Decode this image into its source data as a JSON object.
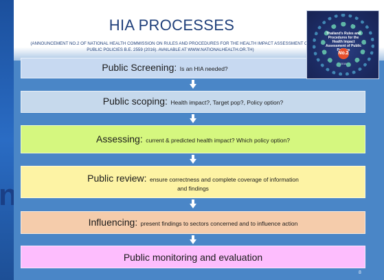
{
  "side_text": "n",
  "header": {
    "title": "HIA PROCESSES",
    "subtitle": "(ANNOUNCEMENT NO.2 OF NATIONAL HEALTH COMMISSION ON RULES AND PROCEDURES FOR THE HEALTH IMPACT ASSESSMENT OF PUBLIC POLICIES B.E. 2559 (2016). AVAILABLE AT WWW.NATIONALHEALTH.OR.TH)"
  },
  "steps": [
    {
      "name": "Public Screening:",
      "detail": "Is an HIA needed?"
    },
    {
      "name": "Public scoping:",
      "detail": "Health impact?, Target pop?, Policy option?"
    },
    {
      "name": "Assessing:",
      "detail": "current & predicted health impact? Which policy option?"
    },
    {
      "name": "Public review:",
      "detail": "ensure correctness and complete coverage of information",
      "detail_line2": "and findings"
    },
    {
      "name": "Influencing:",
      "detail": "present findings to sectors concerned and to influence action"
    },
    {
      "name": "Public monitoring and evaluation",
      "detail": ""
    }
  ],
  "cover": {
    "title": "Thailand's Rules and Procedures for the Health Impact Assessment of Public Policies",
    "badge": "No.2",
    "year": "2016"
  },
  "page_number": "8",
  "colors": {
    "slide_background": "#4a86c7",
    "title": "#1f3f7a",
    "step_1": "#c7d9f1",
    "step_2": "#c6d9ec",
    "step_3": "#d5f77f",
    "step_4": "#fdf3a4",
    "step_5": "#f5ccab",
    "step_6": "#fdbdfd",
    "arrow": "#ffffff"
  },
  "icons": [
    "down-arrow-icon",
    "cover-image"
  ]
}
